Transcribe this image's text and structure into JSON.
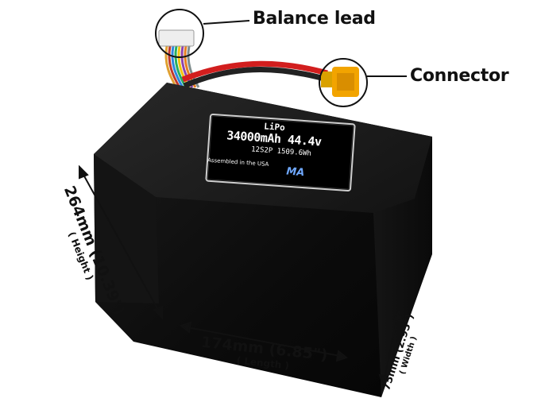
{
  "callouts": {
    "balance_lead": "Balance lead",
    "connector": "Connector"
  },
  "battery_label": {
    "chemistry": "LiPo",
    "capacity_voltage": "34000mAh 44.4v",
    "config": "12S2P 1509.6Wh",
    "assembled": "Assembled in the USA",
    "logo": "MA"
  },
  "dimensions": {
    "height_main": "264mm (10.39\")",
    "height_sub": "( Height )",
    "length_main": "174mm (6.85\")",
    "length_sub": "( Length )",
    "width_main": "75mm (2.95\")",
    "width_sub": "( Width )"
  },
  "colors": {
    "battery_body": "#0d0d0d",
    "lead_red": "#d21e1e",
    "connector_yellow": "#f2a400",
    "logo_blue": "#6fa8ff"
  }
}
